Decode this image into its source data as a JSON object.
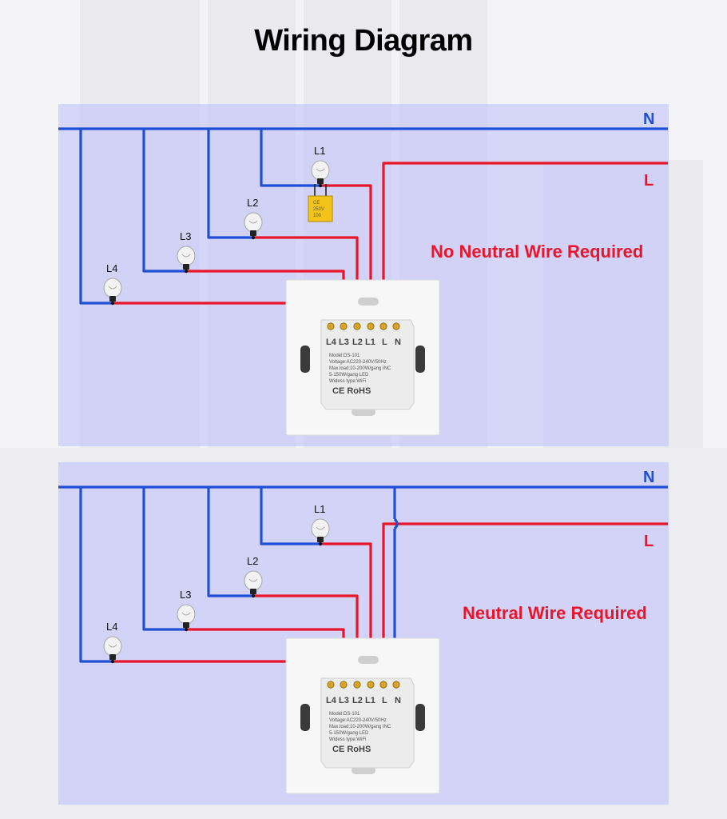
{
  "title": "Wiring Diagram",
  "labels": {
    "neutral": "N",
    "live": "L"
  },
  "colors": {
    "neutral_wire": "#1f4fd6",
    "live_wire": "#e8152b",
    "panel": "#c2c4f8"
  },
  "lamps": [
    "L1",
    "L2",
    "L3",
    "L4"
  ],
  "diagrams": [
    {
      "note": "No Neutral Wire Required",
      "capacitor": true,
      "capacitor_text": [
        "CE",
        "250V",
        "100"
      ]
    },
    {
      "note": "Neutral Wire Required",
      "capacitor": false
    }
  ],
  "switch": {
    "terminals": [
      "L4",
      "L3",
      "L2",
      "L1",
      "L",
      "N"
    ],
    "info": [
      "Model:DS-101",
      "Voltage:AC220-240V/50Hz",
      "Max.load:10-200W/gang  INC",
      "5-150W/gang  LED",
      "Widess type:WiFi"
    ],
    "marks": "CE RoHS"
  }
}
